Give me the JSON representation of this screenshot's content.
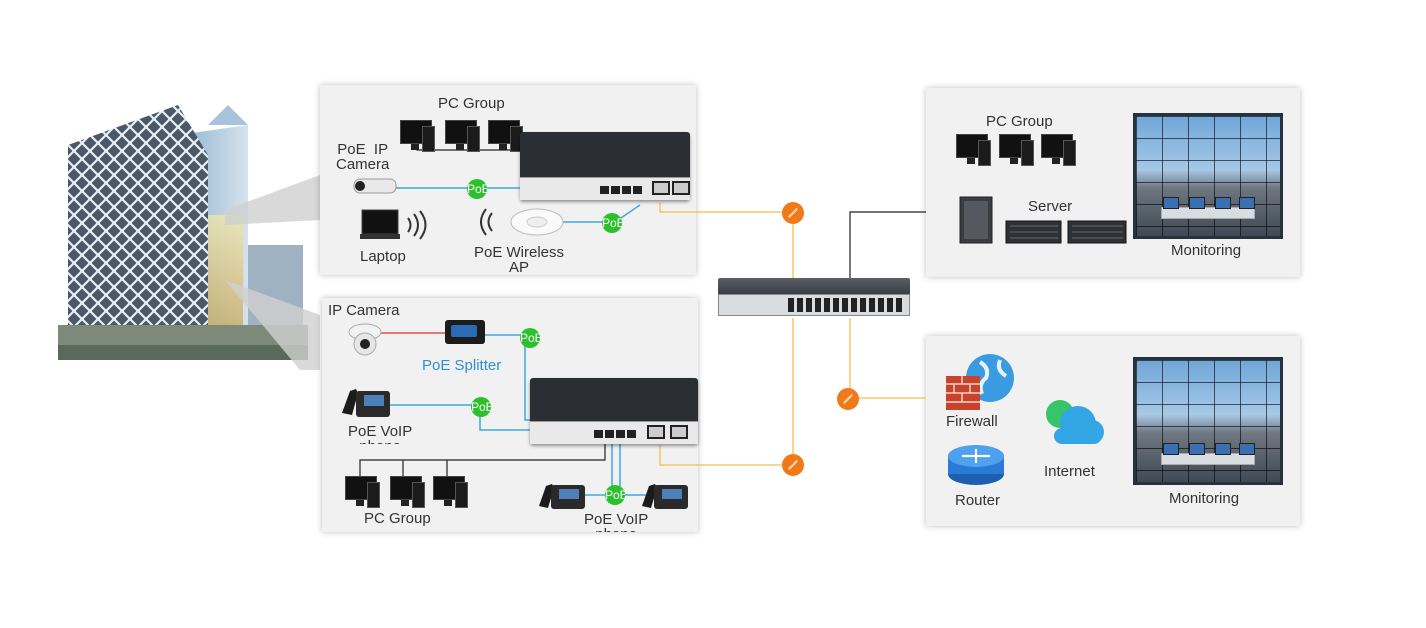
{
  "left_top": {
    "pc_group": "PC Group",
    "camera": "PoE  IP\nCamera",
    "laptop": "Laptop",
    "ap": "PoE Wireless\nAP",
    "poe1": "PoE",
    "poe2": "PoE"
  },
  "left_bottom": {
    "ip_camera": "IP Camera",
    "splitter": "PoE Splitter",
    "voip1": "PoE VoIP\nphone",
    "pc_group": "PC Group",
    "voip2": "PoE VoIP\nphone",
    "poe1": "PoE",
    "poe2": "PoE",
    "poe3": "PoE"
  },
  "right_top": {
    "pc_group": "PC Group",
    "server": "Server",
    "monitoring": "Monitoring"
  },
  "right_bottom": {
    "firewall": "Firewall",
    "internet": "Internet",
    "router": "Router",
    "monitoring": "Monitoring"
  },
  "colors": {
    "poe_green": "#2dc02d",
    "fiber_orange": "#f07a1a",
    "cable_blue": "#3aa9e0",
    "fiber_line": "#f3c04a",
    "splitter_label": "#2d8fd8"
  }
}
